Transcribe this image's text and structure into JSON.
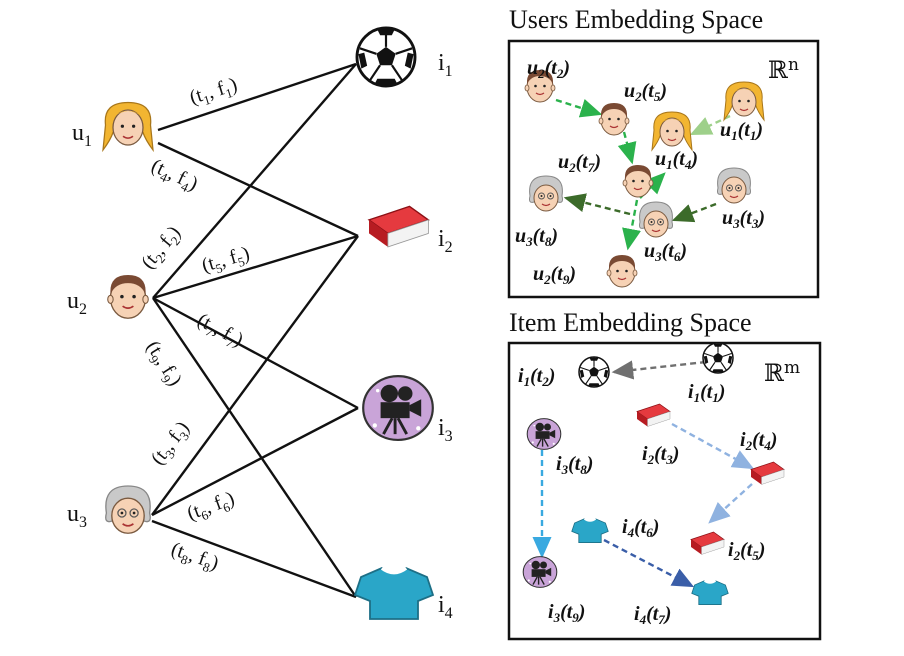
{
  "users": {
    "u1": {
      "base": "u",
      "sub": "1"
    },
    "u2": {
      "base": "u",
      "sub": "2"
    },
    "u3": {
      "base": "u",
      "sub": "3"
    }
  },
  "items": {
    "i1": {
      "base": "i",
      "sub": "1"
    },
    "i2": {
      "base": "i",
      "sub": "2"
    },
    "i3": {
      "base": "i",
      "sub": "3"
    },
    "i4": {
      "base": "i",
      "sub": "4"
    }
  },
  "edges": {
    "e1": {
      "t": "1",
      "f": "1"
    },
    "e4": {
      "t": "4",
      "f": "4"
    },
    "e2": {
      "t": "2",
      "f": "2"
    },
    "e5": {
      "t": "5",
      "f": "5"
    },
    "e7": {
      "t": "7",
      "f": "7"
    },
    "e9": {
      "t": "9",
      "f": "9"
    },
    "e3": {
      "t": "3",
      "f": "3"
    },
    "e6": {
      "t": "6",
      "f": "6"
    },
    "e8": {
      "t": "8",
      "f": "8"
    }
  },
  "users_space": {
    "title": "Users Embedding Space",
    "dim_symbol": "ℝ",
    "dim": "n",
    "labels": {
      "u2t2": {
        "u": "u",
        "us": "2",
        "t": "t",
        "ts": "2"
      },
      "u2t5": {
        "u": "u",
        "us": "2",
        "t": "t",
        "ts": "5"
      },
      "u1t1": {
        "u": "u",
        "us": "1",
        "t": "t",
        "ts": "1"
      },
      "u2t7": {
        "u": "u",
        "us": "2",
        "t": "t",
        "ts": "7"
      },
      "u1t4": {
        "u": "u",
        "us": "1",
        "t": "t",
        "ts": "4"
      },
      "u3t3": {
        "u": "u",
        "us": "3",
        "t": "t",
        "ts": "3"
      },
      "u3t8": {
        "u": "u",
        "us": "3",
        "t": "t",
        "ts": "8"
      },
      "u3t6": {
        "u": "u",
        "us": "3",
        "t": "t",
        "ts": "6"
      },
      "u2t9": {
        "u": "u",
        "us": "2",
        "t": "t",
        "ts": "9"
      }
    }
  },
  "item_space": {
    "title": "Item Embedding Space",
    "dim_symbol": "ℝ",
    "dim": "m",
    "labels": {
      "i1t2": {
        "u": "i",
        "us": "1",
        "t": "t",
        "ts": "2"
      },
      "i1t1": {
        "u": "i",
        "us": "1",
        "t": "t",
        "ts": "1"
      },
      "i2t4": {
        "u": "i",
        "us": "2",
        "t": "t",
        "ts": "4"
      },
      "i3t8": {
        "u": "i",
        "us": "3",
        "t": "t",
        "ts": "8"
      },
      "i2t3": {
        "u": "i",
        "us": "2",
        "t": "t",
        "ts": "3"
      },
      "i4t6": {
        "u": "i",
        "us": "4",
        "t": "t",
        "ts": "6"
      },
      "i2t5": {
        "u": "i",
        "us": "2",
        "t": "t",
        "ts": "5"
      },
      "i3t9": {
        "u": "i",
        "us": "3",
        "t": "t",
        "ts": "9"
      },
      "i4t7": {
        "u": "i",
        "us": "4",
        "t": "t",
        "ts": "7"
      }
    }
  },
  "colors": {
    "hair_blonde": "#f2b531",
    "skin": "#f6d2b5",
    "hair_brown": "#7a4a33",
    "hair_gray": "#b8b8b8",
    "book_red": "#d9262b",
    "shirt_teal": "#2aa6c8",
    "film_purple": "#c9a4d8",
    "arrow_green": "#2bb24c",
    "arrow_lightgreen": "#9ed08a",
    "arrow_darkgreen": "#3c6b2a",
    "arrow_gray": "#707070",
    "arrow_lightblue": "#8fb2e0",
    "arrow_skyblue": "#39a9e0",
    "arrow_navy": "#3a5ea8"
  }
}
